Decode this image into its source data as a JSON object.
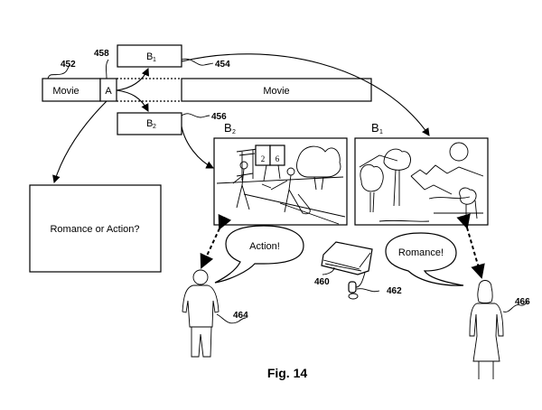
{
  "figure": {
    "caption": "Fig. 14",
    "timeline": {
      "left_segment_label": "Movie",
      "branch_point_label": "A",
      "right_segment_label": "Movie",
      "ref_timeline": "452",
      "ref_branch_point": "458"
    },
    "branches": [
      {
        "label": "B",
        "subscript": "1",
        "ref": "454"
      },
      {
        "label": "B",
        "subscript": "2",
        "ref": "456"
      }
    ],
    "prompt_box": {
      "text": "Romance or Action?"
    },
    "scenes": [
      {
        "label": "B",
        "subscript": "2",
        "description": "action scene with scoreboard",
        "scoreboard": [
          "2",
          "6"
        ]
      },
      {
        "label": "B",
        "subscript": "1",
        "description": "landscape romance scene"
      }
    ],
    "speech_bubbles": [
      {
        "text": "Action!",
        "speaker_ref": "464"
      },
      {
        "text": "Romance!",
        "speaker_ref": "466"
      }
    ],
    "devices": {
      "console_ref": "460",
      "microphone_ref": "462"
    },
    "viewers": [
      {
        "ref": "464",
        "description": "male viewer"
      },
      {
        "ref": "466",
        "description": "female viewer"
      }
    ]
  }
}
